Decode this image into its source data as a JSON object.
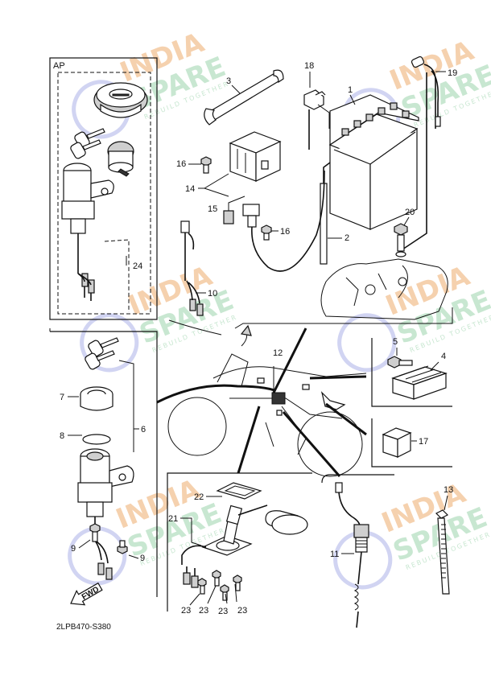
{
  "diagram": {
    "group_label": "AP",
    "diagram_code": "2LPB470-S380",
    "fwd_label": "FWD",
    "callouts": {
      "c1": "1",
      "c2": "2",
      "c3": "3",
      "c4": "4",
      "c5": "5",
      "c6": "6",
      "c7": "7",
      "c8": "8",
      "c9a": "9",
      "c9b": "9",
      "c10": "10",
      "c11": "11",
      "c12": "12",
      "c13": "13",
      "c14": "14",
      "c15": "15",
      "c16a": "16",
      "c16b": "16",
      "c17": "17",
      "c18": "18",
      "c19": "19",
      "c20": "20",
      "c21": "21",
      "c22": "22",
      "c23a": "23",
      "c23b": "23",
      "c23c": "23",
      "c23d": "23",
      "c24": "24"
    }
  },
  "watermarks": [
    {
      "line1": "INDIA",
      "line2": "SPARE",
      "tagline": "REBUILD TOGETHER"
    },
    {
      "line1": "INDIA",
      "line2": "SPARE",
      "tagline": "REBUILD TOGETHER"
    },
    {
      "line1": "INDIA",
      "line2": "SPARE",
      "tagline": "REBUILD TOGETHER"
    },
    {
      "line1": "INDIA",
      "line2": "SPARE",
      "tagline": "REBUILD TOGETHER"
    },
    {
      "line1": "INDIA",
      "line2": "SPARE",
      "tagline": "REBUILD TOGETHER"
    },
    {
      "line1": "INDIA",
      "line2": "SPARE",
      "tagline": "REBUILD TOGETHER"
    }
  ],
  "colors": {
    "watermark_orange": "#f4c9a0",
    "watermark_green": "#bfe3c9",
    "watermark_blue": "#c9cdf0",
    "line": "#111111"
  }
}
